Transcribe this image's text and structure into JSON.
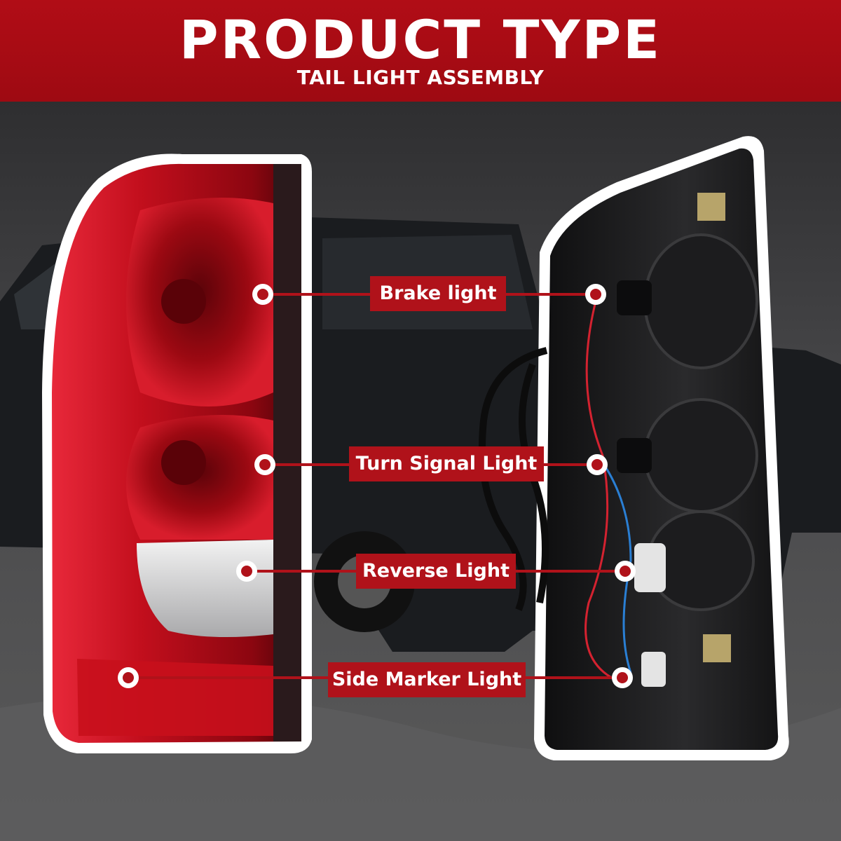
{
  "header": {
    "title": "PRODUCT TYPE",
    "subtitle": "TAIL LIGHT ASSEMBLY"
  },
  "callouts": [
    {
      "label": "Brake light"
    },
    {
      "label": "Turn Signal Light"
    },
    {
      "label": "Reverse Light"
    },
    {
      "label": "Side Marker Light"
    }
  ],
  "colors": {
    "banner": "#a80f17",
    "lens_red": "#c8101c",
    "housing": "#1b1b1d",
    "background": "#3a3a3c"
  }
}
